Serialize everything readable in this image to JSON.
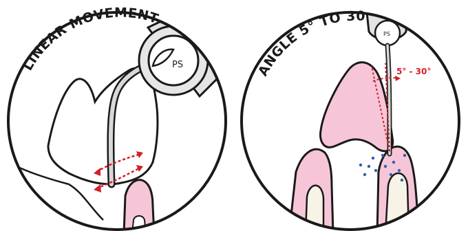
{
  "panels": [
    {
      "label": "LINEAR MOVEMENT",
      "tip_brand": "PS"
    },
    {
      "label": "ANGLE 5° TO 30°",
      "tip_brand": "PS",
      "angle_range": "5° - 30°"
    }
  ],
  "colors": {
    "outline": "#1a1a1a",
    "gum_pink": "#f6c6d8",
    "tooth_fill": "#ffffff",
    "accent_red": "#d11f2a",
    "fluid_blue": "#2f5fb0",
    "handpiece_gray": "#d8d8d8"
  }
}
